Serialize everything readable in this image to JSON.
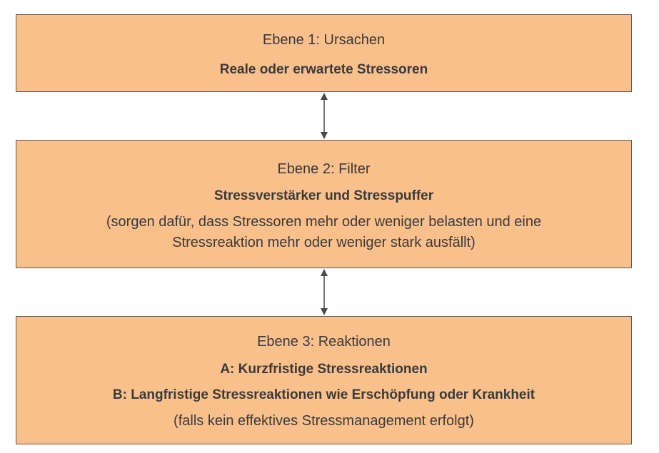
{
  "level1": {
    "title": "Ebene 1: Ursachen",
    "heading": "Reale oder erwartete Stressoren"
  },
  "level2": {
    "title": "Ebene 2: Filter",
    "heading": "Stressverstärker und Stresspuffer",
    "note_line1": "(sorgen dafür, dass Stressoren mehr oder weniger belasten und eine",
    "note_line2": "Stressreaktion mehr oder weniger stark ausfällt)"
  },
  "level3": {
    "title": "Ebene 3: Reaktionen",
    "item_a": "A: Kurzfristige Stressreaktionen",
    "item_b": "B: Langfristige Stressreaktionen wie Erschöpfung oder Krankheit",
    "note": "(falls kein effektives Stressmanagement erfolgt)"
  },
  "colors": {
    "box_fill": "#f9c08c",
    "border": "#5a5a5a",
    "text": "#3a3a3a"
  }
}
